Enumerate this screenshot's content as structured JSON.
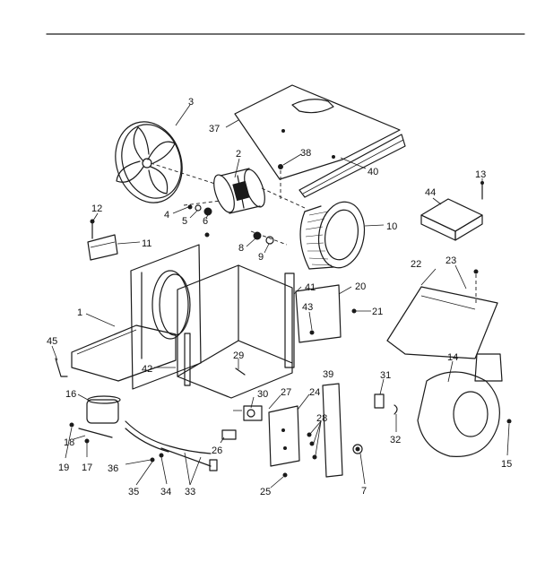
{
  "callouts": [
    {
      "label": "1"
    },
    {
      "label": "2"
    },
    {
      "label": "3"
    },
    {
      "label": "4"
    },
    {
      "label": "5"
    },
    {
      "label": "6"
    },
    {
      "label": "7"
    },
    {
      "label": "8"
    },
    {
      "label": "9"
    },
    {
      "label": "10"
    },
    {
      "label": "11"
    },
    {
      "label": "12"
    },
    {
      "label": "13"
    },
    {
      "label": "14"
    },
    {
      "label": "15"
    },
    {
      "label": "16"
    },
    {
      "label": "17"
    },
    {
      "label": "18"
    },
    {
      "label": "19"
    },
    {
      "label": "20"
    },
    {
      "label": "21"
    },
    {
      "label": "22"
    },
    {
      "label": "23"
    },
    {
      "label": "24"
    },
    {
      "label": "25"
    },
    {
      "label": "26"
    },
    {
      "label": "27"
    },
    {
      "label": "28"
    },
    {
      "label": "29"
    },
    {
      "label": "30"
    },
    {
      "label": "31"
    },
    {
      "label": "32"
    },
    {
      "label": "33"
    },
    {
      "label": "34"
    },
    {
      "label": "35"
    },
    {
      "label": "36"
    },
    {
      "label": "37"
    },
    {
      "label": "38"
    },
    {
      "label": "39"
    },
    {
      "label": "40"
    },
    {
      "label": "41"
    },
    {
      "label": "42"
    },
    {
      "label": "43"
    },
    {
      "label": "44"
    },
    {
      "label": "45"
    }
  ]
}
